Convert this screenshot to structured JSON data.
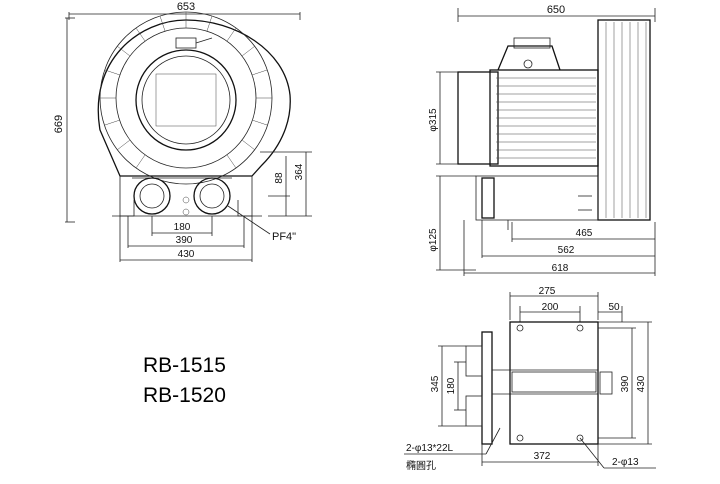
{
  "models": [
    "RB-1515",
    "RB-1520"
  ],
  "front_view": {
    "width_top": "653",
    "height_left": "669",
    "dim_88": "88",
    "dim_364": "364",
    "dim_180": "180",
    "dim_390": "390",
    "dim_430": "430",
    "port_label": "PF4\""
  },
  "side_view": {
    "width_top": "650",
    "motor_dia": "φ315",
    "outlet_dia": "φ125",
    "dim_465": "465",
    "dim_562": "562",
    "dim_618": "618"
  },
  "base_view": {
    "dim_275": "275",
    "dim_200": "200",
    "dim_50": "50",
    "dim_345": "345",
    "dim_180": "180",
    "dim_390": "390",
    "dim_430": "430",
    "dim_372": "372",
    "slot_holes": "2-φ13*22L",
    "slot_note": "橢圓孔",
    "round_holes": "2-φ13"
  }
}
